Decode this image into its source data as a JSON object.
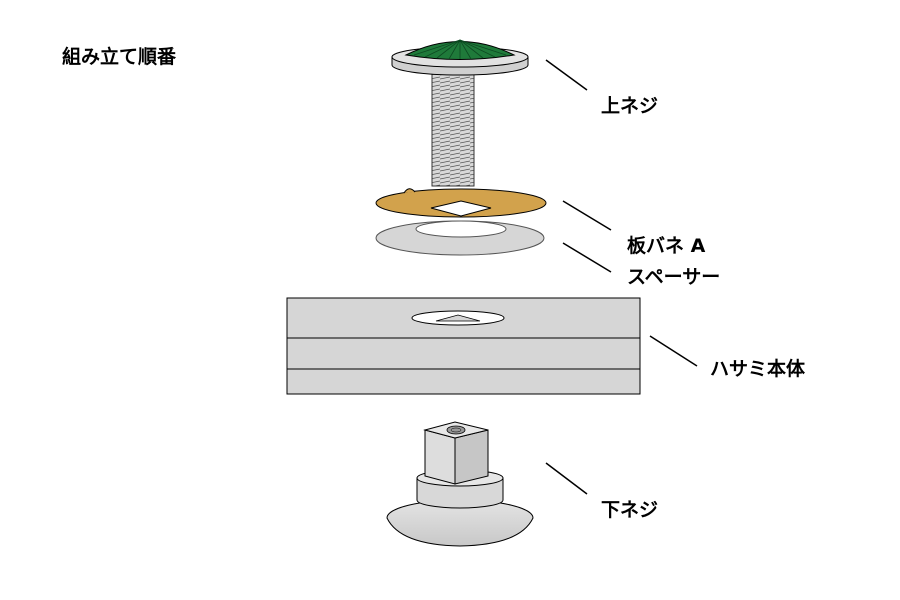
{
  "title": "組み立て順番",
  "parts": [
    {
      "id": "top-screw",
      "label": "上ネジ"
    },
    {
      "id": "leaf-spring-a",
      "label": "板バネ A"
    },
    {
      "id": "spacer",
      "label": "スペーサー"
    },
    {
      "id": "clamp-body",
      "label": "ハサミ本体"
    },
    {
      "id": "bottom-screw",
      "label": "下ネジ"
    }
  ],
  "colors": {
    "cap_green": "#1f7a3a",
    "leaf_spring": "#d2a24c",
    "metal": "#d6d6d6",
    "outline": "#000000"
  }
}
